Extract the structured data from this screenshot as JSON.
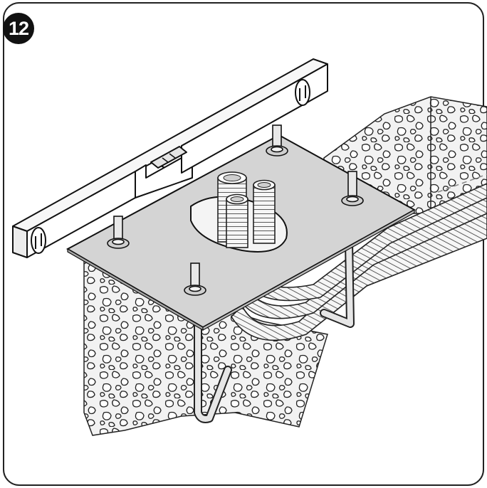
{
  "step": {
    "number": "12"
  },
  "illustration": {
    "colors": {
      "outline": "#111111",
      "concrete_fill": "#f2f2f2",
      "plate_fill": "#d4d4d4",
      "level_fill": "#ffffff",
      "conduit_fill": "#f4f4f4",
      "frame_stroke": "#222222"
    },
    "parts": [
      "spirit-level",
      "base-plate",
      "anchor-bolts",
      "conduit-tubes",
      "hook-anchors",
      "concrete-foundation"
    ]
  }
}
